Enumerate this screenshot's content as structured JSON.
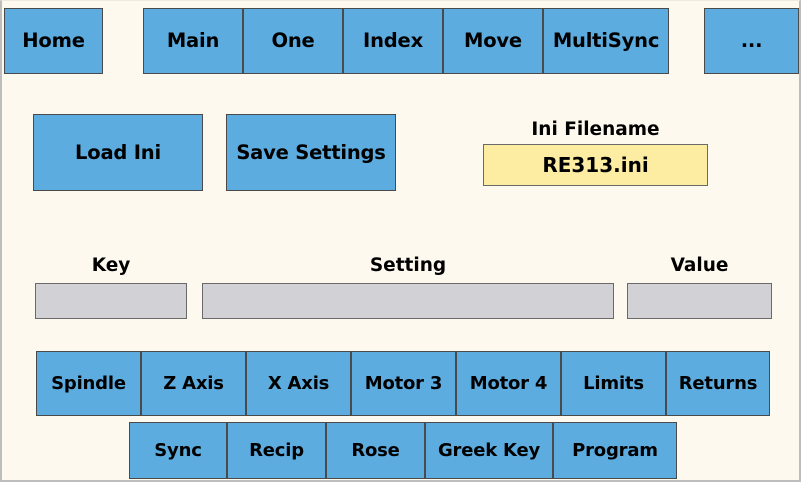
{
  "window": {
    "background_color": "#fdf9ef",
    "accent_color": "#5cace0",
    "field_gray": "#d2d2d6",
    "field_yellow": "#fdeda3"
  },
  "nav": {
    "home": {
      "label": "Home"
    },
    "tabs": [
      {
        "label": "Main"
      },
      {
        "label": "One"
      },
      {
        "label": "Index"
      },
      {
        "label": "Move"
      },
      {
        "label": "MultiSync"
      }
    ],
    "more": {
      "label": "..."
    }
  },
  "actions": {
    "load_ini": "Load Ini",
    "save_settings": "Save Settings"
  },
  "ini_file": {
    "label": "Ini Filename",
    "value": "RE313.ini",
    "placeholder": "RE313.ini"
  },
  "editor": {
    "key": {
      "label": "Key",
      "value": "",
      "placeholder": ""
    },
    "setting": {
      "label": "Setting",
      "value": "",
      "placeholder": ""
    },
    "value": {
      "label": "Value",
      "value": "",
      "placeholder": ""
    }
  },
  "sections_row1": [
    {
      "label": "Spindle"
    },
    {
      "label": "Z Axis"
    },
    {
      "label": "X Axis"
    },
    {
      "label": "Motor 3"
    },
    {
      "label": "Motor 4"
    },
    {
      "label": "Limits"
    },
    {
      "label": "Returns"
    }
  ],
  "sections_row2": [
    {
      "label": "Sync"
    },
    {
      "label": "Recip"
    },
    {
      "label": "Rose"
    },
    {
      "label": "Greek Key"
    },
    {
      "label": "Program"
    }
  ]
}
